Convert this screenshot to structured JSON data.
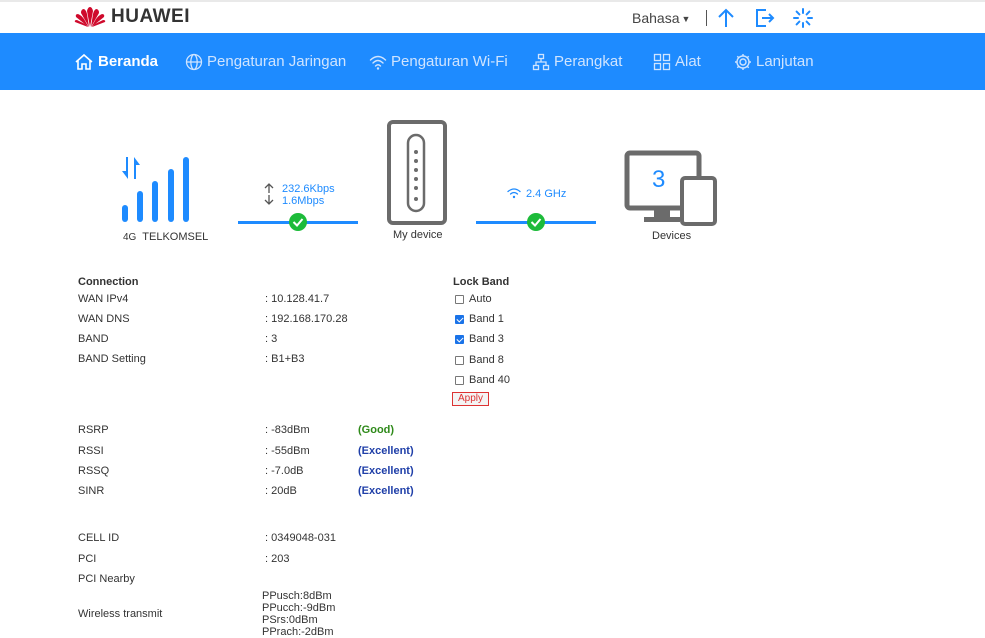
{
  "brand": {
    "name": "HUAWEI",
    "color": "#cf0a2c"
  },
  "topbar": {
    "language": "Bahasa",
    "icons": [
      "upload-icon",
      "logout-icon",
      "loading-icon"
    ]
  },
  "nav": {
    "color": "#1e8bff",
    "items": [
      {
        "label": "Beranda",
        "icon": "home-icon",
        "active": true
      },
      {
        "label": "Pengaturan Jaringan",
        "icon": "globe-icon"
      },
      {
        "label": "Pengaturan Wi-Fi",
        "icon": "wifi-icon"
      },
      {
        "label": "Perangkat",
        "icon": "devices-icon"
      },
      {
        "label": "Alat",
        "icon": "tools-icon"
      },
      {
        "label": "Lanjutan",
        "icon": "gear-icon"
      }
    ]
  },
  "diagram": {
    "network_type": "4G",
    "operator": "TELKOMSEL",
    "upload_speed": "232.6Kbps",
    "download_speed": "1.6Mbps",
    "device_label": "My device",
    "wifi_band": "2.4 GHz",
    "device_count": "3",
    "devices_label": "Devices"
  },
  "connection": {
    "heading": "Connection",
    "rows": [
      {
        "label": "WAN IPv4",
        "value": ": 10.128.41.7"
      },
      {
        "label": "WAN DNS",
        "value": ": 192.168.170.28"
      },
      {
        "label": "BAND",
        "value": ": 3"
      },
      {
        "label": "BAND Setting",
        "value": ": B1+B3"
      }
    ]
  },
  "signal": [
    {
      "label": "RSRP",
      "value": ": -83dBm",
      "quality": "(Good)"
    },
    {
      "label": "RSSI",
      "value": ": -55dBm",
      "quality": "(Excellent)"
    },
    {
      "label": "RSSQ",
      "value": ": -7.0dB",
      "quality": "(Excellent)"
    },
    {
      "label": "SINR",
      "value": ": 20dB",
      "quality": "(Excellent)"
    }
  ],
  "cell": {
    "rows": [
      {
        "label": "CELL ID",
        "value": ": 0349048-031"
      },
      {
        "label": "PCI",
        "value": ": 203"
      },
      {
        "label": "PCI Nearby",
        "value": ""
      }
    ],
    "wireless_label": "Wireless transmit",
    "wireless_values": [
      "PPusch:8dBm",
      "PPucch:-9dBm",
      "PSrs:0dBm",
      "PPrach:-2dBm"
    ]
  },
  "lock_band": {
    "heading": "Lock Band",
    "options": [
      {
        "label": "Auto",
        "checked": false
      },
      {
        "label": "Band 1",
        "checked": true
      },
      {
        "label": "Band 3",
        "checked": true
      },
      {
        "label": "Band 8",
        "checked": false
      },
      {
        "label": "Band 40",
        "checked": false
      }
    ],
    "apply_label": "Apply"
  }
}
